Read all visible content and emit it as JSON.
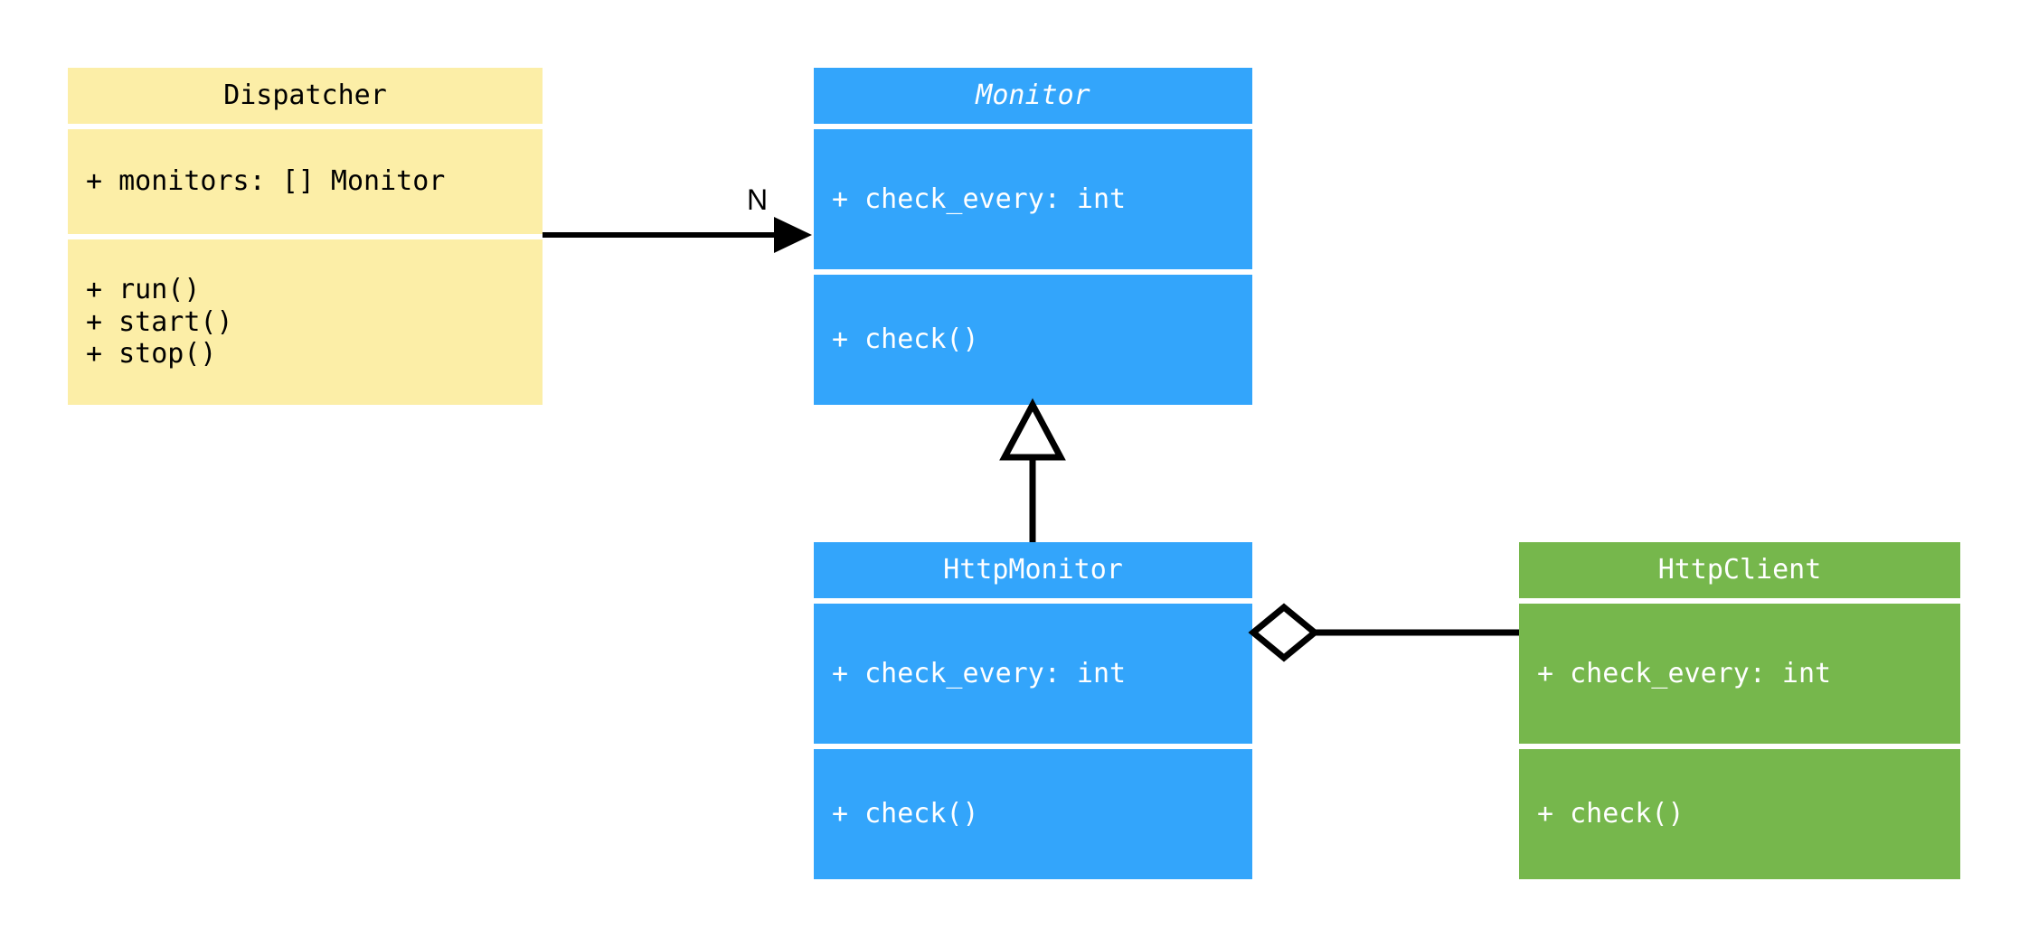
{
  "diagram": {
    "type": "uml-class-diagram",
    "background": "#ffffff",
    "classes": [
      {
        "id": "dispatcher",
        "name": "Dispatcher",
        "abstract": false,
        "color": "#fceea7",
        "text_color": "#000000",
        "attributes": [
          "+ monitors: [] Monitor"
        ],
        "methods": [
          "+ run()",
          "+ start()",
          "+ stop()"
        ]
      },
      {
        "id": "monitor",
        "name": "Monitor",
        "abstract": true,
        "color": "#33a5fb",
        "text_color": "#ffffff",
        "attributes": [
          "+ check_every: int"
        ],
        "methods": [
          "+ check()"
        ]
      },
      {
        "id": "httpmonitor",
        "name": "HttpMonitor",
        "abstract": false,
        "color": "#33a5fb",
        "text_color": "#ffffff",
        "attributes": [
          "+ check_every: int"
        ],
        "methods": [
          "+ check()"
        ]
      },
      {
        "id": "httpclient",
        "name": "HttpClient",
        "abstract": false,
        "color": "#76b74c",
        "text_color": "#ffffff",
        "attributes": [
          "+ check_every: int"
        ],
        "methods": [
          "+ check()"
        ]
      }
    ],
    "relations": [
      {
        "id": "dispatcher-monitor",
        "kind": "association",
        "from": "Dispatcher",
        "to": "Monitor",
        "label": "N",
        "arrow": "solid-filled-arrow",
        "color": "#000000"
      },
      {
        "id": "httpmonitor-monitor",
        "kind": "generalization",
        "from": "HttpMonitor",
        "to": "Monitor",
        "label": "",
        "arrow": "hollow-triangle",
        "color": "#000000"
      },
      {
        "id": "httpmonitor-httpclient",
        "kind": "aggregation",
        "from": "HttpMonitor",
        "to": "HttpClient",
        "label": "",
        "arrow": "hollow-diamond",
        "color": "#000000"
      }
    ]
  }
}
